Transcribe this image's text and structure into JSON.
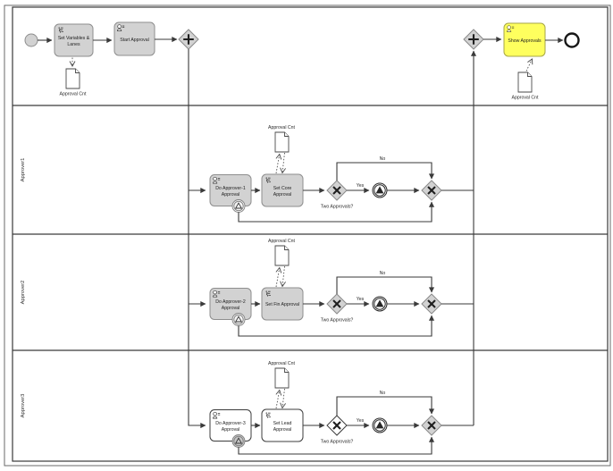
{
  "diagram_type": "BPMN process diagram",
  "lanes": [
    "",
    "Approver1",
    "Approver2",
    "Approver3"
  ],
  "top": {
    "set_variables": [
      "Set Variables &",
      "Lanes"
    ],
    "start_approval": "Start Approval",
    "show_approvals": "Show Approvals",
    "data_left": "Approval Cnt",
    "data_right": "Approval Cnt"
  },
  "rows": [
    {
      "do_task": [
        "Do Approver-1",
        "Approval"
      ],
      "set_task": [
        "Set Core",
        "Approval"
      ],
      "data": "Approval Cnt",
      "gateway": "Two Approvals?",
      "yes": "Yes",
      "no": "No"
    },
    {
      "do_task": [
        "Do Approver-2",
        "Approval"
      ],
      "set_task": [
        "Set Fin Approval",
        ""
      ],
      "data": "Approval Cnt",
      "gateway": "Two Approvals?",
      "yes": "Yes",
      "no": "No"
    },
    {
      "do_task": [
        "Do Approver-3",
        "Approval"
      ],
      "set_task": [
        "Set Lead",
        "Approval"
      ],
      "data": "Approval Cnt",
      "gateway": "Two Approvals?",
      "yes": "Yes",
      "no": "No"
    }
  ],
  "colors": {
    "task_gray": "#d2d2d2",
    "task_highlight_yellow": "#feff5e",
    "task_white": "#ffffff",
    "border_gray": "#8e8e8e",
    "border_dark": "#3c3c3c",
    "line": "#3a3a3a"
  }
}
